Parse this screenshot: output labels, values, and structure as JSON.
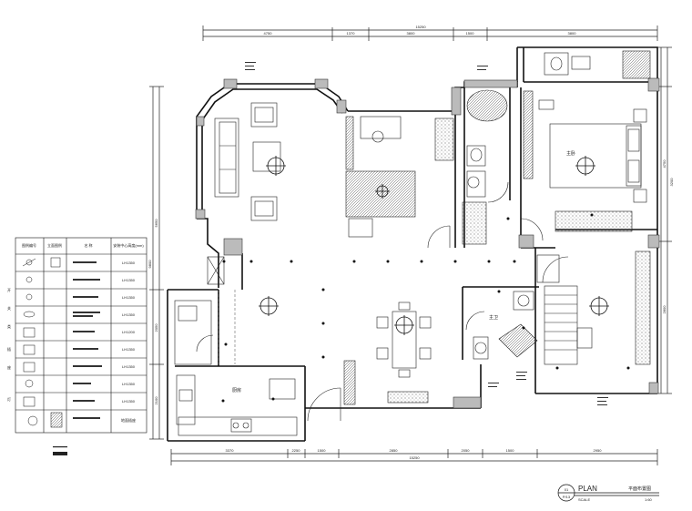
{
  "dimensions": {
    "top_total": "15250",
    "top_segments": [
      "4750",
      "1370",
      "3800",
      "1500",
      "3800"
    ],
    "bottom_total": "15250",
    "bottom_segments": [
      "3370",
      "2250",
      "1500",
      "2850",
      "2050",
      "1500",
      "2950"
    ],
    "left_total": "9800",
    "left_segments": [
      "5650",
      "2050",
      "2100"
    ],
    "right_segments": [
      "4750",
      "2800",
      "3200"
    ]
  },
  "legend": {
    "headers": [
      "图例编号",
      "立面图例",
      "名  称",
      "安装中心高度(mm)"
    ],
    "rows": [
      {
        "code": "LH1350"
      },
      {
        "code": "LH1350"
      },
      {
        "code": "LH1350"
      },
      {
        "code": "LH1350"
      },
      {
        "code": "LH1200"
      },
      {
        "code": "LH1350"
      },
      {
        "code": "LH1350"
      },
      {
        "code": "LH1350"
      },
      {
        "code": "LH1350"
      },
      {
        "code": "地面插座"
      }
    ],
    "side_labels": [
      "开",
      "关",
      "类",
      "插",
      "座",
      "灯"
    ]
  },
  "title_block": {
    "number": "01",
    "sheet": "P/13",
    "title": "PLAN",
    "scale_label": "SCALE",
    "drawing_name": "平面布置图",
    "scale_value": "1:60"
  },
  "room_labels": {
    "master_bedroom": "主卧",
    "bath": "主卫",
    "kitchen": "厨房"
  }
}
